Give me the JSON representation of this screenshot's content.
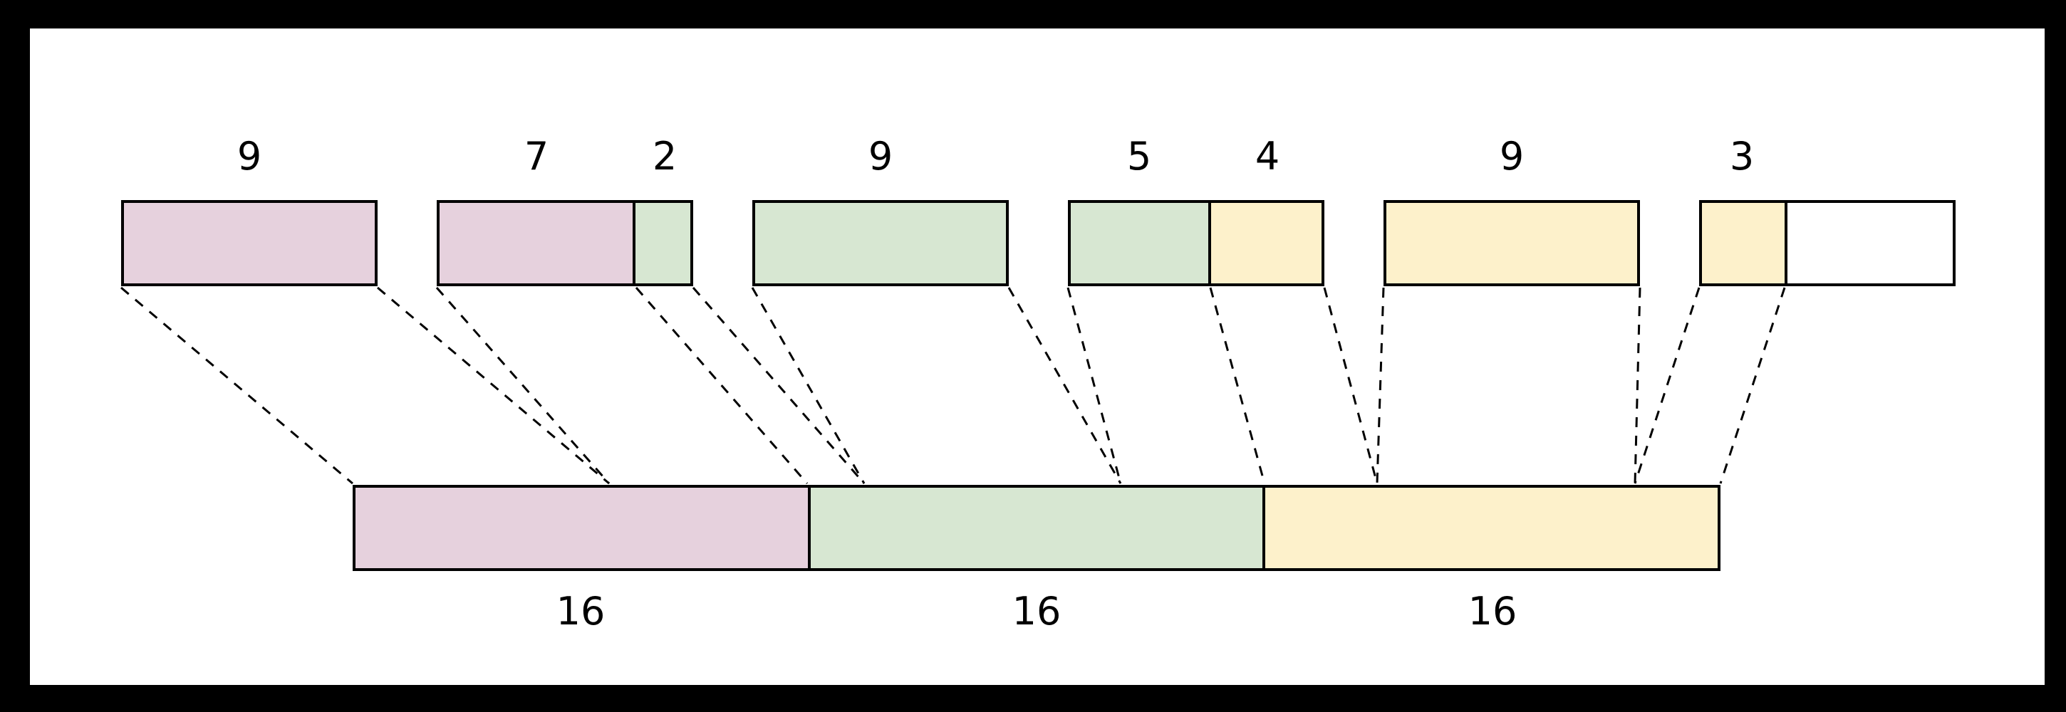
{
  "colors": {
    "pink": "#e6d1dd",
    "green": "#d7e7d2",
    "yellow": "#fdf1cb",
    "empty": "#ffffff",
    "line": "#000000",
    "frame": "#000000",
    "canvas": "#ffffff"
  },
  "top_row": {
    "boxes": [
      {
        "segments": [
          {
            "label": "9",
            "value": 9,
            "color": "pink"
          }
        ]
      },
      {
        "segments": [
          {
            "label": "7",
            "value": 7,
            "color": "pink"
          },
          {
            "label": "2",
            "value": 2,
            "color": "green"
          }
        ]
      },
      {
        "segments": [
          {
            "label": "9",
            "value": 9,
            "color": "green"
          }
        ]
      },
      {
        "segments": [
          {
            "label": "5",
            "value": 5,
            "color": "green"
          },
          {
            "label": "4",
            "value": 4,
            "color": "yellow"
          }
        ]
      },
      {
        "segments": [
          {
            "label": "9",
            "value": 9,
            "color": "yellow"
          }
        ]
      },
      {
        "segments": [
          {
            "label": "3",
            "value": 3,
            "color": "yellow"
          },
          {
            "label": "",
            "value": 6,
            "color": "empty"
          }
        ]
      }
    ]
  },
  "bottom_row": {
    "blocks": [
      {
        "label": "16",
        "value": 16,
        "color": "pink"
      },
      {
        "label": "16",
        "value": 16,
        "color": "green"
      },
      {
        "label": "16",
        "value": 16,
        "color": "yellow"
      }
    ]
  }
}
